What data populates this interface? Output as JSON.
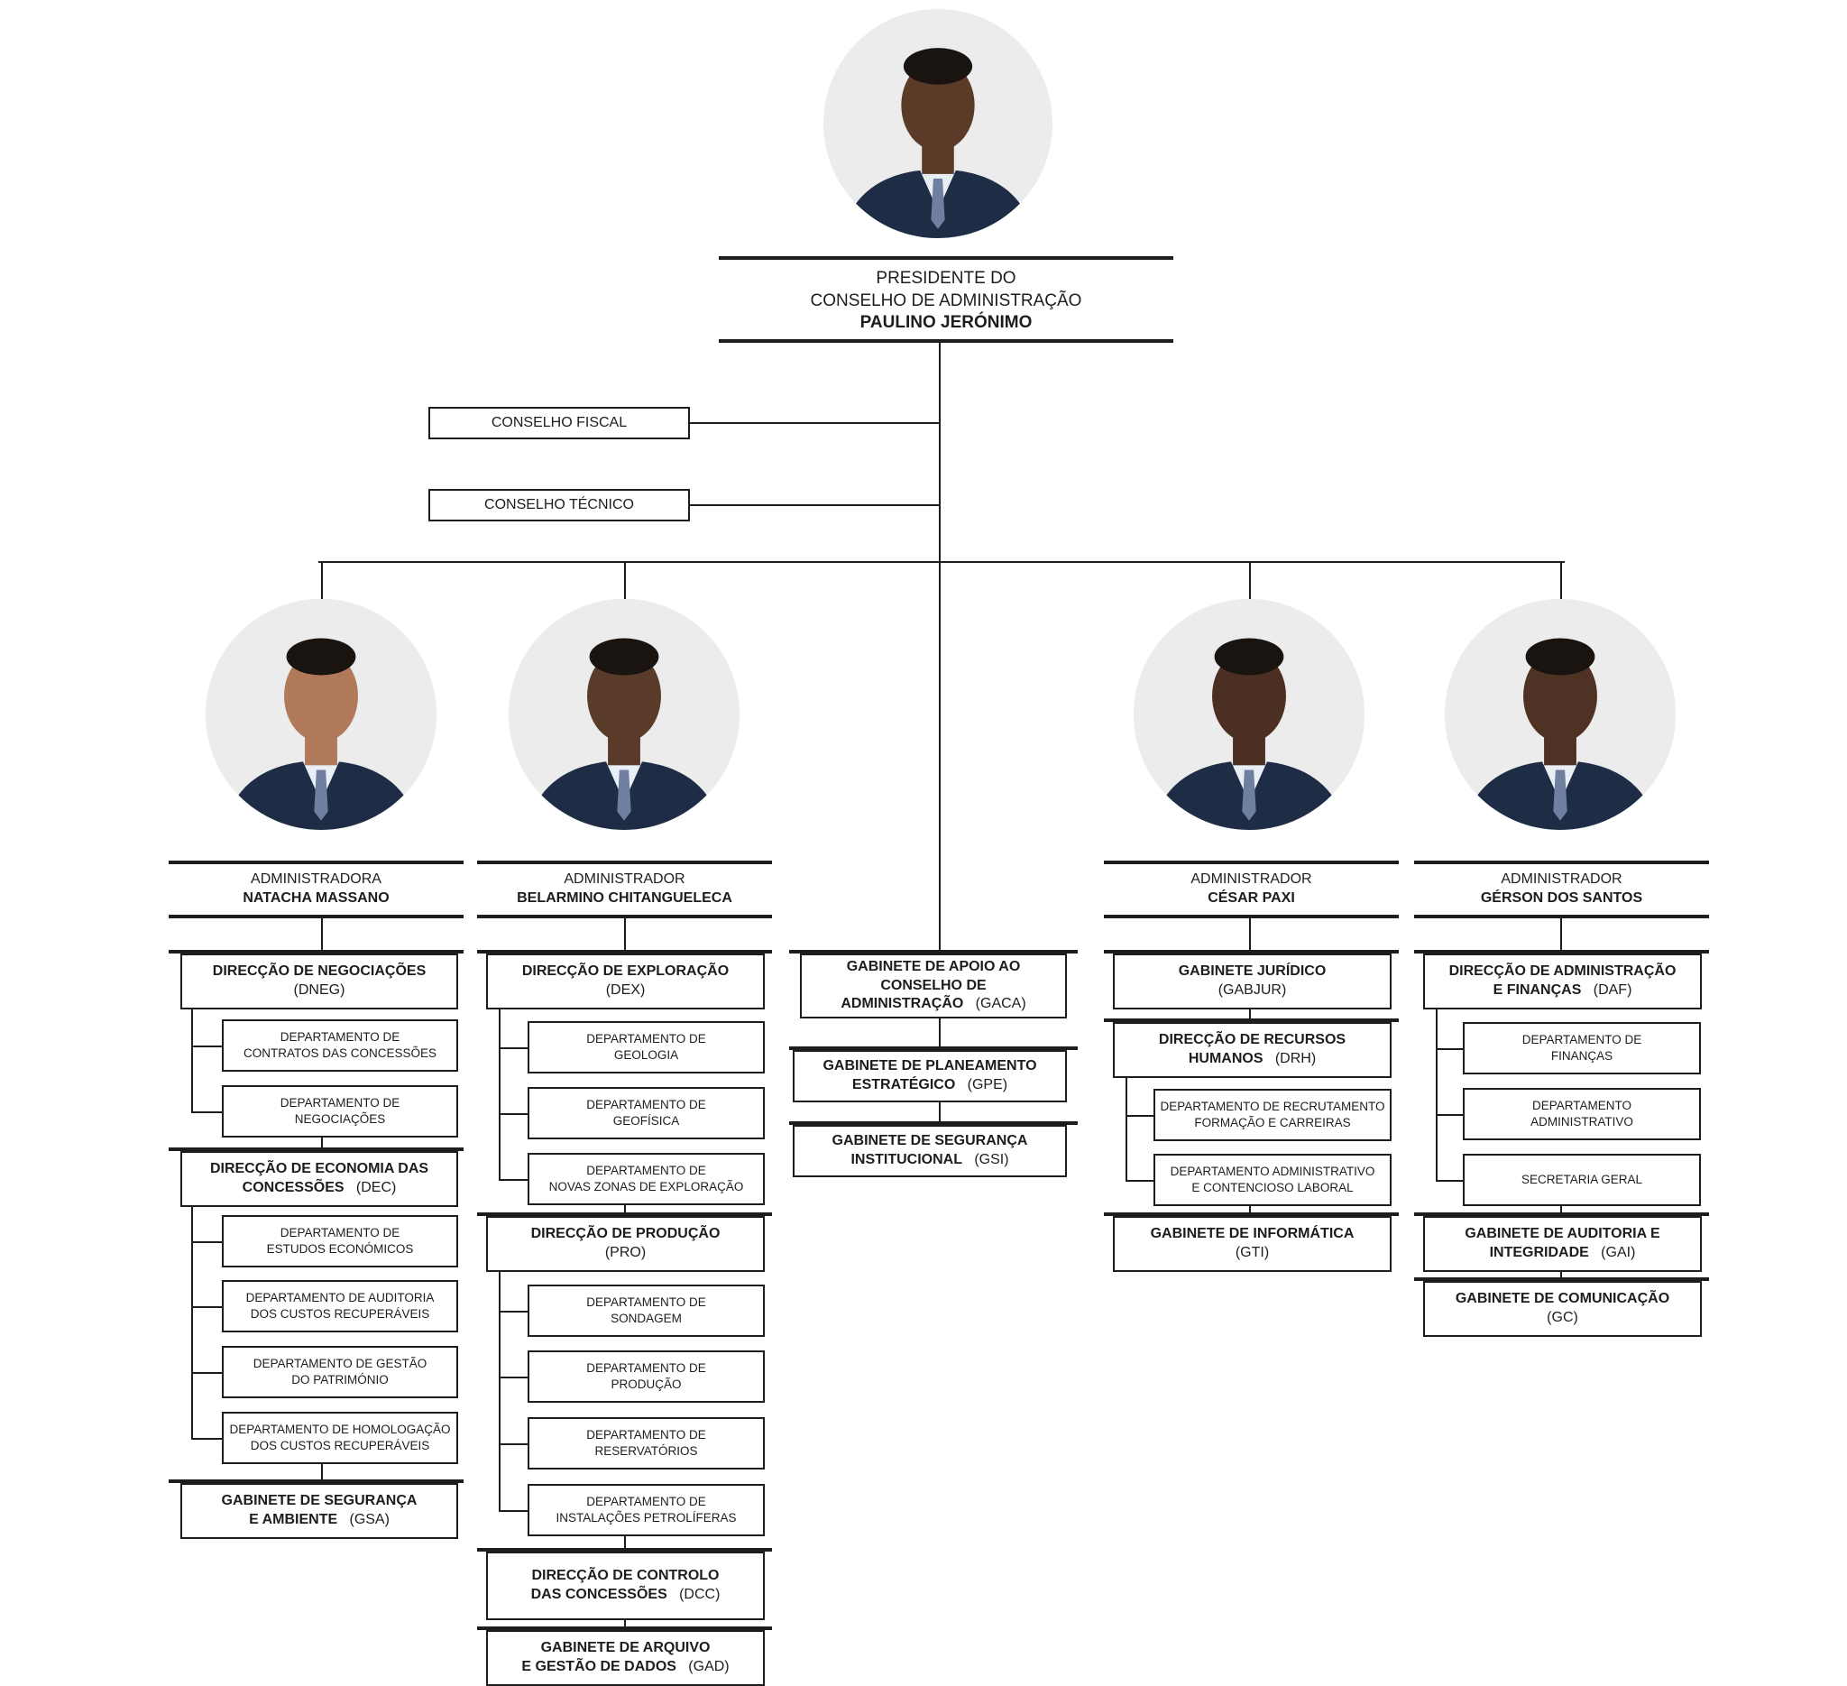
{
  "president": {
    "photo_icon": "president-portrait-icon",
    "role_line1": "PRESIDENTE DO",
    "role_line2": "CONSELHO DE ADMINISTRAÇÃO",
    "name": "PAULINO JERÓNIMO"
  },
  "councils": [
    "CONSELHO FISCAL",
    "CONSELHO TÉCNICO"
  ],
  "admins": [
    {
      "photo_icon": "administrator-portrait-icon",
      "role": "ADMINISTRADORA",
      "name": "NATACHA MASSANO",
      "units": [
        {
          "name_lines": [
            "DIRECÇÃO DE NEGOCIAÇÕES"
          ],
          "code": "(DNEG)",
          "departments": [
            [
              "DEPARTAMENTO DE",
              "CONTRATOS DAS CONCESSÕES"
            ],
            [
              "DEPARTAMENTO DE",
              "NEGOCIAÇÕES"
            ]
          ]
        },
        {
          "name_lines": [
            "DIRECÇÃO DE ECONOMIA DAS",
            "CONCESSÕES"
          ],
          "code": "(DEC)",
          "departments": [
            [
              "DEPARTAMENTO DE",
              "ESTUDOS ECONÓMICOS"
            ],
            [
              "DEPARTAMENTO DE AUDITORIA",
              "DOS CUSTOS RECUPERÁVEIS"
            ],
            [
              "DEPARTAMENTO DE GESTÃO",
              "DO PATRIMÓNIO"
            ],
            [
              "DEPARTAMENTO DE HOMOLOGAÇÃO",
              "DOS CUSTOS RECUPERÁVEIS"
            ]
          ]
        },
        {
          "name_lines": [
            "GABINETE DE SEGURANÇA",
            "E AMBIENTE"
          ],
          "code": "(GSA)",
          "departments": []
        }
      ]
    },
    {
      "photo_icon": "administrator-portrait-icon",
      "role": "ADMINISTRADOR",
      "name": "BELARMINO CHITANGUELECA",
      "units": [
        {
          "name_lines": [
            "DIRECÇÃO DE EXPLORAÇÃO"
          ],
          "code": "(DEX)",
          "departments": [
            [
              "DEPARTAMENTO DE",
              "GEOLOGIA"
            ],
            [
              "DEPARTAMENTO DE",
              "GEOFÍSICA"
            ],
            [
              "DEPARTAMENTO DE",
              "NOVAS ZONAS DE EXPLORAÇÃO"
            ]
          ]
        },
        {
          "name_lines": [
            "DIRECÇÃO DE PRODUÇÃO"
          ],
          "code": "(PRO)",
          "departments": [
            [
              "DEPARTAMENTO DE",
              "SONDAGEM"
            ],
            [
              "DEPARTAMENTO DE",
              "PRODUÇÃO"
            ],
            [
              "DEPARTAMENTO DE",
              "RESERVATÓRIOS"
            ],
            [
              "DEPARTAMENTO DE",
              "INSTALAÇÕES PETROLÍFERAS"
            ]
          ]
        },
        {
          "name_lines": [
            "DIRECÇÃO DE CONTROLO",
            "DAS CONCESSÕES"
          ],
          "code": "(DCC)",
          "departments": []
        },
        {
          "name_lines": [
            "GABINETE DE ARQUIVO",
            "E GESTÃO DE DADOS"
          ],
          "code": "(GAD)",
          "departments": []
        }
      ]
    },
    {
      "photo_icon": "administrator-portrait-icon",
      "role": "ADMINISTRADOR",
      "name": "CÉSAR PAXI",
      "units": [
        {
          "name_lines": [
            "GABINETE JURÍDICO"
          ],
          "code": "(GABJUR)",
          "departments": []
        },
        {
          "name_lines": [
            "DIRECÇÃO DE RECURSOS",
            "HUMANOS"
          ],
          "code": "(DRH)",
          "departments": [
            [
              "DEPARTAMENTO DE RECRUTAMENTO",
              "FORMAÇÃO E CARREIRAS"
            ],
            [
              "DEPARTAMENTO ADMINISTRATIVO",
              "E CONTENCIOSO LABORAL"
            ]
          ]
        },
        {
          "name_lines": [
            "GABINETE DE INFORMÁTICA"
          ],
          "code": "(GTI)",
          "departments": []
        }
      ]
    },
    {
      "photo_icon": "administrator-portrait-icon",
      "role": "ADMINISTRADOR",
      "name": "GÉRSON DOS SANTOS",
      "units": [
        {
          "name_lines": [
            "DIRECÇÃO DE ADMINISTRAÇÃO",
            "E FINANÇAS"
          ],
          "code": "(DAF)",
          "departments": [
            [
              "DEPARTAMENTO DE",
              "FINANÇAS"
            ],
            [
              "DEPARTAMENTO",
              "ADMINISTRATIVO"
            ],
            [
              "SECRETARIA GERAL"
            ]
          ]
        },
        {
          "name_lines": [
            "GABINETE DE AUDITORIA E",
            "INTEGRIDADE"
          ],
          "code": "(GAI)",
          "departments": []
        },
        {
          "name_lines": [
            "GABINETE DE COMUNICAÇÃO"
          ],
          "code": "(GC)",
          "departments": []
        }
      ]
    }
  ],
  "center_units": [
    {
      "name_lines": [
        "GABINETE DE APOIO AO",
        "CONSELHO DE ADMINISTRAÇÃO"
      ],
      "code": "(GACA)"
    },
    {
      "name_lines": [
        "GABINETE DE PLANEAMENTO",
        "ESTRATÉGICO"
      ],
      "code": "(GPE)"
    },
    {
      "name_lines": [
        "GABINETE DE SEGURANÇA",
        "INSTITUCIONAL"
      ],
      "code": "(GSI)"
    }
  ],
  "colors": {
    "line": "#1d1d1b",
    "photo_bg": "#ececec",
    "suit": "#1e2d45"
  }
}
